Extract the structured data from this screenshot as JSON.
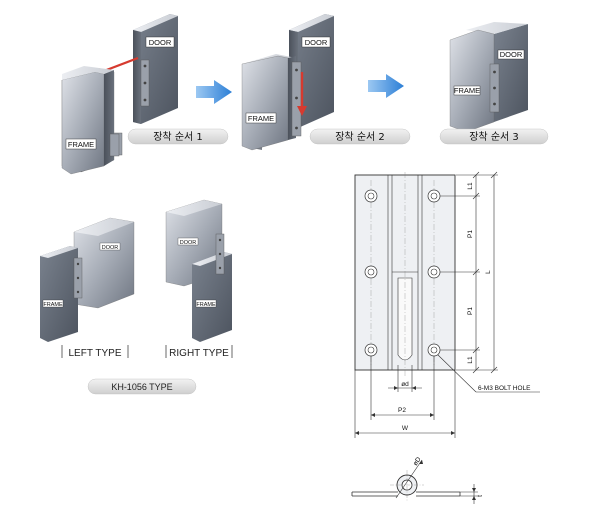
{
  "steps": [
    {
      "door_label": "DOOR",
      "frame_label": "FRAME",
      "caption": "장착 순서 1"
    },
    {
      "door_label": "DOOR",
      "frame_label": "FRAME",
      "caption": "장착 순서 2"
    },
    {
      "door_label": "DOOR",
      "frame_label": "FRAME",
      "caption": "장착 순서 3"
    }
  ],
  "types": {
    "left": {
      "door_label": "DOOR",
      "frame_label": "FRAME",
      "caption": "LEFT TYPE"
    },
    "right": {
      "door_label": "DOOR",
      "frame_label": "FRAME",
      "caption": "RIGHT TYPE"
    },
    "model_caption": "KH-1056 TYPE"
  },
  "drawing": {
    "dim_l1_top": "L1",
    "dim_p1_top": "P1",
    "dim_p1_bottom": "P1",
    "dim_l1_bottom": "L1",
    "dim_l": "L",
    "dim_d_pin": "ød",
    "dim_p2": "P2",
    "dim_w": "W",
    "dim_d_knuckle": "øD",
    "dim_t": "t",
    "bolt_note": "6-M3 BOLT HOLE"
  },
  "colors": {
    "arrow": "#3d8fe0",
    "panel_dark": "#5e6672",
    "panel_light": "#d7dbe2",
    "red_arrow": "#d63a2f"
  }
}
